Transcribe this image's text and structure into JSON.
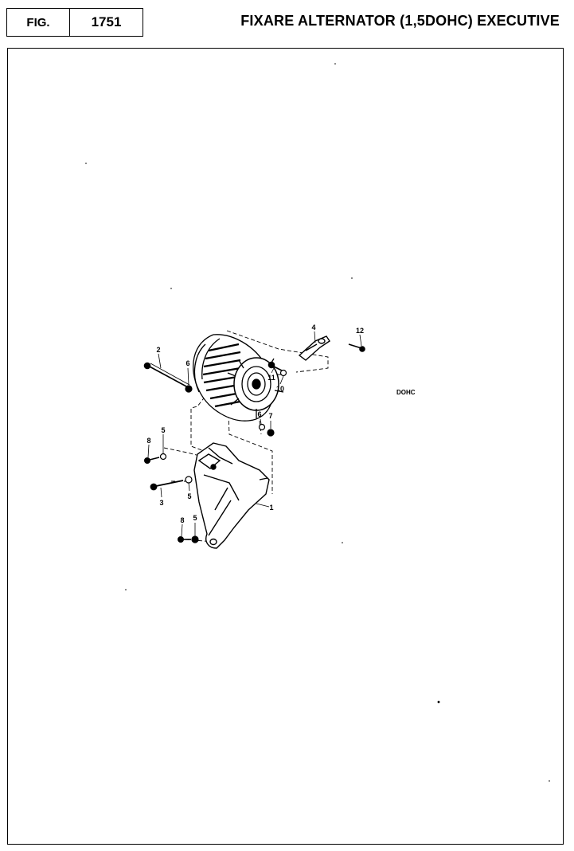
{
  "header": {
    "fig_label": "FIG.",
    "fig_number": "1751",
    "title": "FIXARE ALTERNATOR (1,5DOHC) EXECUTIVE"
  },
  "diagram": {
    "engine_tag": "DOHC",
    "callouts": {
      "p1": "1",
      "p2": "2",
      "p3": "3",
      "p4": "4",
      "p5a": "5",
      "p5b": "5",
      "p5c": "5",
      "p6a": "6",
      "p6b": "6",
      "p7": "7",
      "p8a": "8",
      "p8b": "8",
      "p10": "10",
      "p11": "11",
      "p12": "12"
    }
  }
}
